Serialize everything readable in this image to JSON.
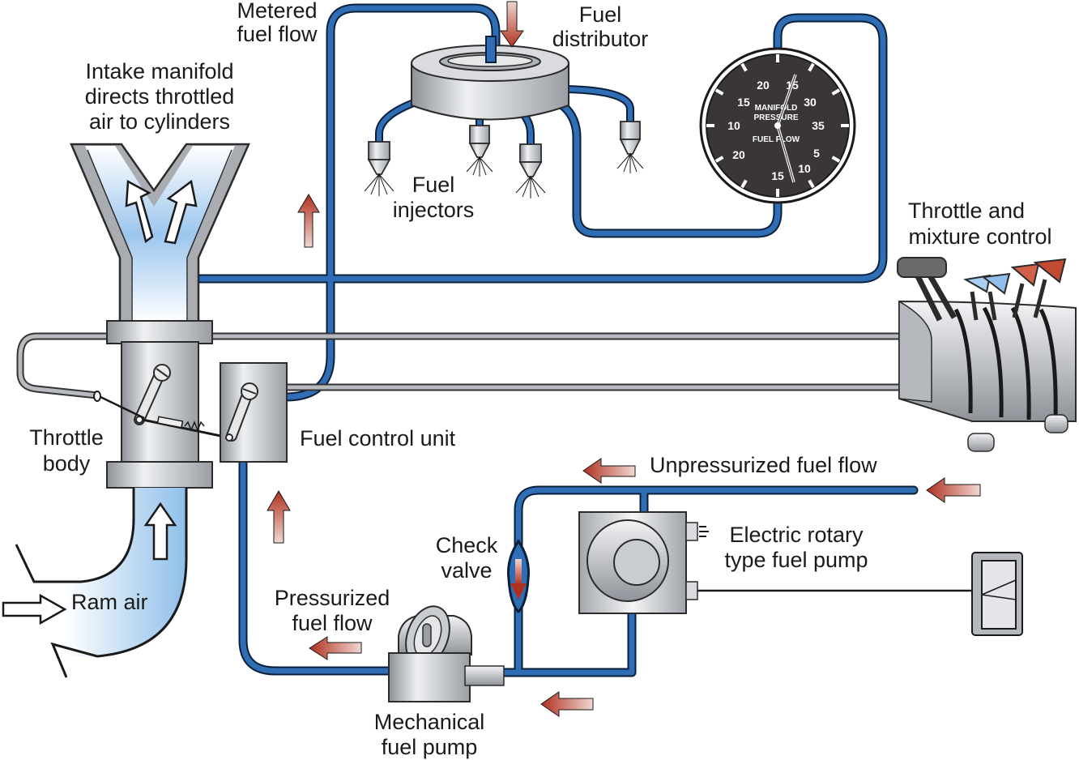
{
  "labels": {
    "metered_fuel_flow": [
      "Metered",
      "fuel flow"
    ],
    "fuel_distributor": [
      "Fuel",
      "distributor"
    ],
    "intake_manifold": [
      "Intake manifold",
      "directs throttled",
      "air to cylinders"
    ],
    "fuel_injectors": [
      "Fuel",
      "injectors"
    ],
    "throttle_mixture": [
      "Throttle and",
      "mixture control"
    ],
    "throttle_body": [
      "Throttle",
      "body"
    ],
    "fuel_control_unit": "Fuel control unit",
    "unpressurized_flow": "Unpressurized fuel flow",
    "check_valve": [
      "Check",
      "valve"
    ],
    "electric_pump": [
      "Electric rotary",
      "type fuel pump"
    ],
    "pressurized_flow": [
      "Pressurized",
      "fuel flow"
    ],
    "mechanical_pump": [
      "Mechanical",
      "fuel pump"
    ],
    "ram_air": "Ram air"
  },
  "gauge": {
    "title_top": [
      "MANIFOLD",
      "PRESSURE"
    ],
    "title_bottom": "FUEL FLOW",
    "left_scale": [
      "10",
      "15",
      "20",
      "20",
      "15"
    ],
    "right_scale": [
      "15",
      "30",
      "35",
      "5",
      "10"
    ]
  },
  "colors": {
    "fuel_line": "#2f6db5",
    "fuel_line_edge": "#0a1f3a",
    "air": "#a8cdef",
    "metal": "#c9ccd1",
    "arrow_red": "#b23a2a",
    "dial_face": "#3a3636"
  }
}
